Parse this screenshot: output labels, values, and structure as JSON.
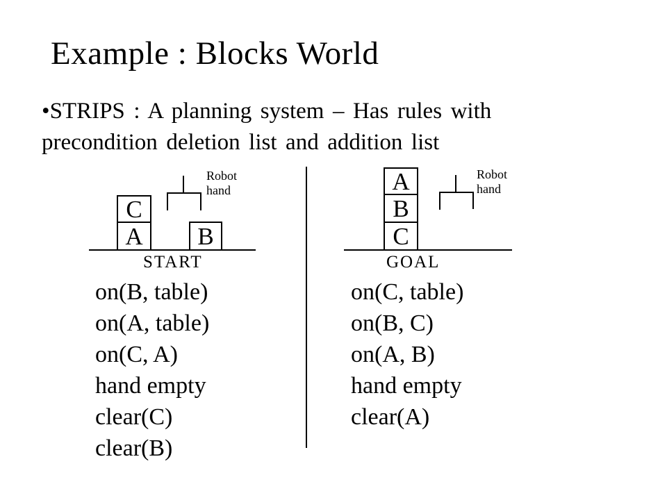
{
  "slide": {
    "title": "Example : Blocks World",
    "bullet": {
      "marker": "•",
      "lines": [
        "STRIPS : A planning system – Has rules with",
        "precondition deletion list and addition list"
      ]
    }
  },
  "start_diagram": {
    "label": "START",
    "hand_label": "Robot\nhand",
    "blocks": {
      "c": "C",
      "a": "A",
      "b": "B"
    }
  },
  "goal_diagram": {
    "label": "GOAL",
    "hand_label": "Robot\nhand",
    "blocks": {
      "a": "A",
      "b": "B",
      "c": "C"
    }
  },
  "start_list": {
    "items": [
      "on(B, table)",
      "on(A, table)",
      "on(C, A)",
      "hand empty",
      "clear(C)",
      "clear(B)"
    ]
  },
  "goal_list": {
    "items": [
      "on(C, table)",
      "on(B, C)",
      "on(A, B)",
      "hand empty",
      "clear(A)"
    ]
  }
}
